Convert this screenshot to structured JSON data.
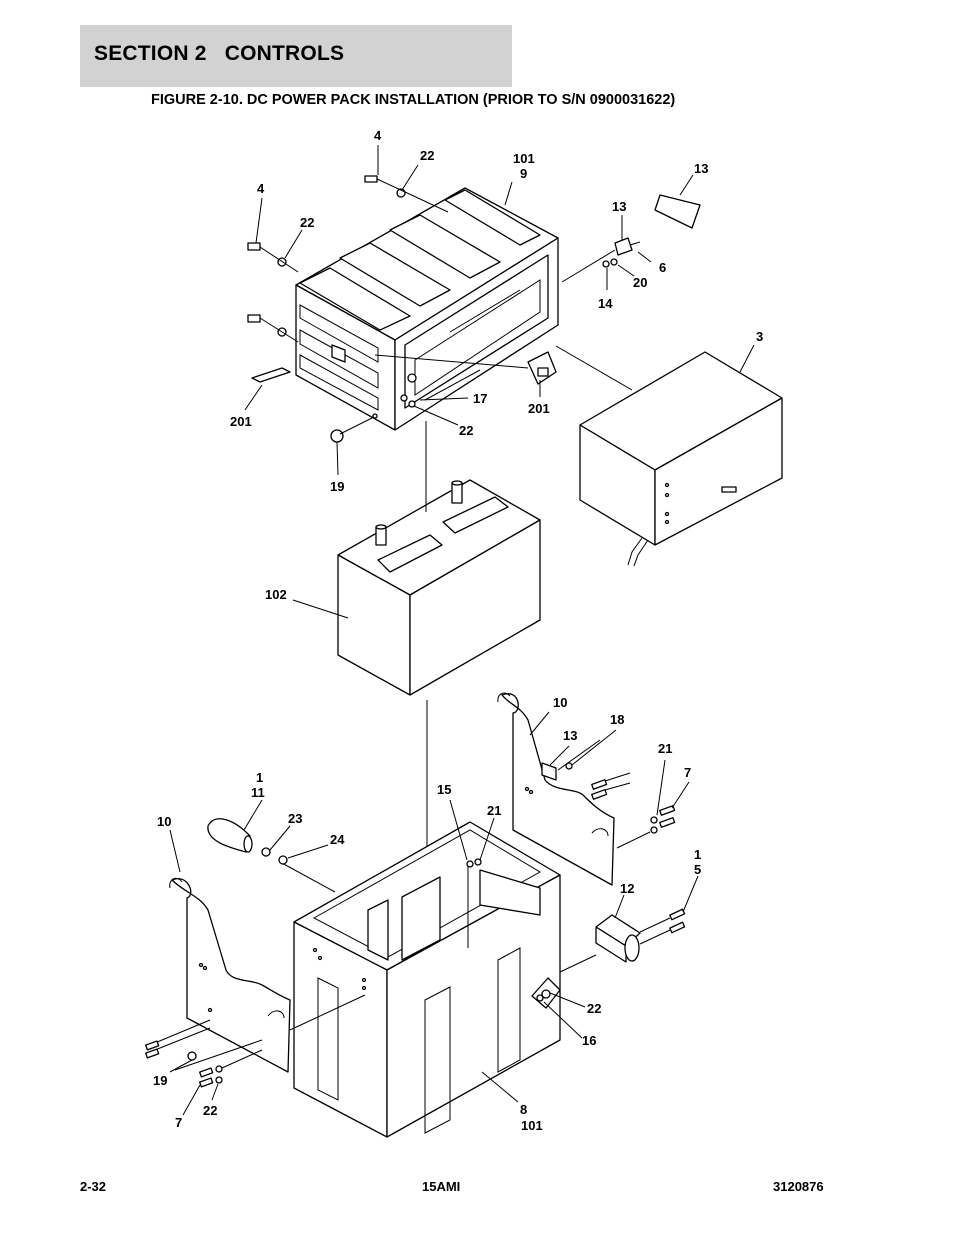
{
  "header": {
    "section": "SECTION 2   CONTROLS"
  },
  "figure": {
    "title": "FIGURE 2-10. DC POWER PACK INSTALLATION (PRIOR TO S/N 0900031622)",
    "callouts": {
      "c4a": "4",
      "c22a": "22",
      "c101a": "101",
      "c9": "9",
      "c13a": "13",
      "c13b": "13",
      "c6": "6",
      "c20": "20",
      "c14": "14",
      "c4b": "4",
      "c22b": "22",
      "c3": "3",
      "c201a": "201",
      "c201b": "201",
      "c17": "17",
      "c22c": "22",
      "c19a": "19",
      "c102": "102",
      "c10a": "10",
      "c18": "18",
      "c13c": "13",
      "c21a": "21",
      "c7a": "7",
      "c1": "1",
      "c11": "11",
      "c23": "23",
      "c24": "24",
      "c10b": "10",
      "c15": "15",
      "c21b": "21",
      "c1b": "1",
      "c5": "5",
      "c12": "12",
      "c22d": "22",
      "c16": "16",
      "c19b": "19",
      "c7b": "7",
      "c22e": "22",
      "c8": "8",
      "c101b": "101"
    }
  },
  "footer": {
    "page": "2-32",
    "model": "15AMI",
    "doc_number": "3120876"
  }
}
